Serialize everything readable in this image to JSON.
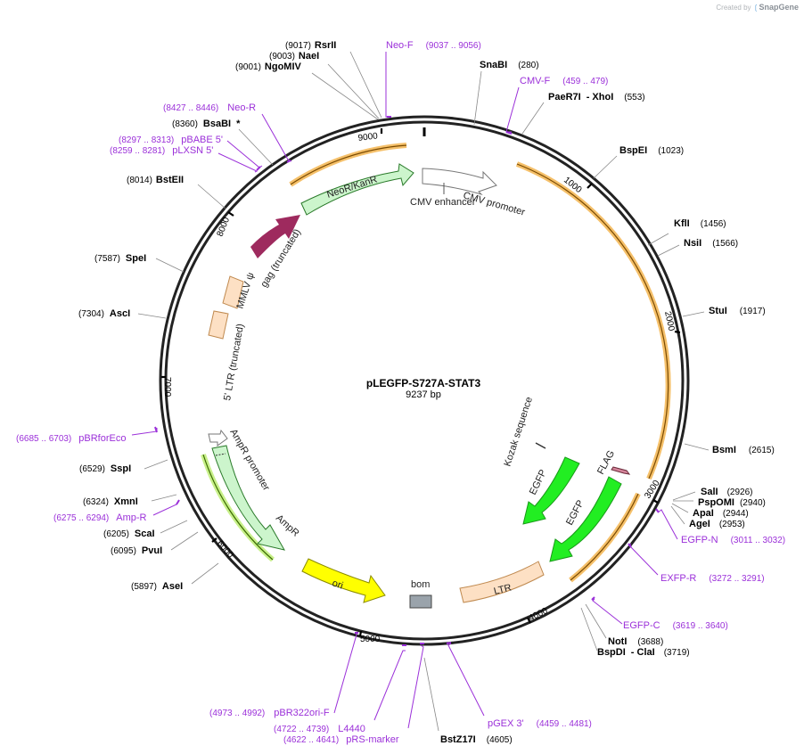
{
  "credit": {
    "prefix": "Created by",
    "brand": "SnapGene"
  },
  "plasmid": {
    "name": "pLEGFP-S727A-STAT3",
    "size": "9237 bp"
  },
  "ticks": [
    "1000",
    "2000",
    "3000",
    "4000",
    "5000",
    "6000",
    "7000",
    "8000",
    "9000"
  ],
  "enzymes": [
    {
      "id": "rsrii",
      "coord": "(9017)",
      "name": "RsrII"
    },
    {
      "id": "naei",
      "coord": "(9003)",
      "name": "NaeI"
    },
    {
      "id": "ngomiv",
      "coord": "(9001)",
      "name": "NgoMIV"
    },
    {
      "id": "snabi",
      "coord": "(280)",
      "name": "SnaBI"
    },
    {
      "id": "paer7i",
      "coord": "(553)",
      "name": "PaeR7I",
      "extra": "- XhoI"
    },
    {
      "id": "bsabi",
      "coord": "(8360)",
      "name": "BsaBI",
      "extra": "*"
    },
    {
      "id": "bstei",
      "coord": "(8014)",
      "name": "BstEII"
    },
    {
      "id": "bspei",
      "coord": "(1023)",
      "name": "BspEI"
    },
    {
      "id": "kfli",
      "coord": "(1456)",
      "name": "KflI"
    },
    {
      "id": "nsii",
      "coord": "(1566)",
      "name": "NsiI"
    },
    {
      "id": "spei",
      "coord": "(7587)",
      "name": "SpeI"
    },
    {
      "id": "stui",
      "coord": "(1917)",
      "name": "StuI"
    },
    {
      "id": "asci",
      "coord": "(7304)",
      "name": "AscI"
    },
    {
      "id": "bsmi",
      "coord": "(2615)",
      "name": "BsmI"
    },
    {
      "id": "sspi",
      "coord": "(6529)",
      "name": "SspI"
    },
    {
      "id": "sali",
      "coord": "(2926)",
      "name": "SalI"
    },
    {
      "id": "pspomi",
      "coord": "(2940)",
      "name": "PspOMI"
    },
    {
      "id": "apai",
      "coord": "(2944)",
      "name": "ApaI"
    },
    {
      "id": "xmni",
      "coord": "(6324)",
      "name": "XmnI"
    },
    {
      "id": "agei",
      "coord": "(2953)",
      "name": "AgeI"
    },
    {
      "id": "scai",
      "coord": "(6205)",
      "name": "ScaI"
    },
    {
      "id": "pvui",
      "coord": "(6095)",
      "name": "PvuI"
    },
    {
      "id": "asei",
      "coord": "(5897)",
      "name": "AseI"
    },
    {
      "id": "noti",
      "coord": "(3688)",
      "name": "NotI"
    },
    {
      "id": "bspdi",
      "coord": "(3719)",
      "name": "BspDI",
      "extra": "- ClaI"
    },
    {
      "id": "bstz17i",
      "coord": "(4605)",
      "name": "BstZ17I"
    }
  ],
  "primers": [
    {
      "id": "neof",
      "name": "Neo-F",
      "coord": "(9037 .. 9056)"
    },
    {
      "id": "cmvf",
      "name": "CMV-F",
      "coord": "(459 .. 479)"
    },
    {
      "id": "neor",
      "name": "Neo-R",
      "coord": "(8427 .. 8446)"
    },
    {
      "id": "pbabe",
      "name": "pBABE 5'",
      "coord": "(8297 .. 8313)"
    },
    {
      "id": "plxsn",
      "name": "pLXSN 5'",
      "coord": "(8259 .. 8281)"
    },
    {
      "id": "pbrforeco",
      "name": "pBRforEco",
      "coord": "(6685 .. 6703)"
    },
    {
      "id": "ampr",
      "name": "Amp-R",
      "coord": "(6275 .. 6294)"
    },
    {
      "id": "egfpn",
      "name": "EGFP-N",
      "coord": "(3011 .. 3032)"
    },
    {
      "id": "exfpr",
      "name": "EXFP-R",
      "coord": "(3272 .. 3291)"
    },
    {
      "id": "egfpc",
      "name": "EGFP-C",
      "coord": "(3619 .. 3640)"
    },
    {
      "id": "pbr322",
      "name": "pBR322ori-F",
      "coord": "(4973 .. 4992)"
    },
    {
      "id": "l4440",
      "name": "L4440",
      "coord": "(4722 .. 4739)"
    },
    {
      "id": "prs",
      "name": "pRS-marker",
      "coord": "(4622 .. 4641)"
    },
    {
      "id": "pgex",
      "name": "pGEX 3'",
      "coord": "(4459 .. 4481)"
    }
  ],
  "features": [
    {
      "id": "neokan",
      "label": "NeoR/KanR"
    },
    {
      "id": "cmvenh",
      "label": "CMV enhancer"
    },
    {
      "id": "cmvprom",
      "label": "CMV promoter"
    },
    {
      "id": "psi",
      "label": "MMLV ψ"
    },
    {
      "id": "gag",
      "label": "gag (truncated)"
    },
    {
      "id": "ltr5",
      "label": "5' LTR (truncated)"
    },
    {
      "id": "kozak",
      "label": "Kozak sequence"
    },
    {
      "id": "egfp1",
      "label": "EGFP"
    },
    {
      "id": "egfp2",
      "label": "EGFP"
    },
    {
      "id": "flag",
      "label": "FLAG"
    },
    {
      "id": "ampprom",
      "label": "AmpR promoter"
    },
    {
      "id": "ampr",
      "label": "AmpR"
    },
    {
      "id": "ori",
      "label": "ori"
    },
    {
      "id": "bom",
      "label": "bom"
    },
    {
      "id": "ltr",
      "label": "LTR"
    }
  ],
  "colors": {
    "backbone": "#222222",
    "enzyme_line": "#888888",
    "primer": "#9b30d9",
    "orf": "#f5a623",
    "neokan": "#ccf5cc",
    "gag": "#9e2a5e",
    "ltr": "#fde0c4",
    "egfp": "#22ee22",
    "ampr": "#ccf5cc",
    "ori": "#ffff00",
    "bom": "#9aa3ab",
    "flag": "#d4849a"
  }
}
